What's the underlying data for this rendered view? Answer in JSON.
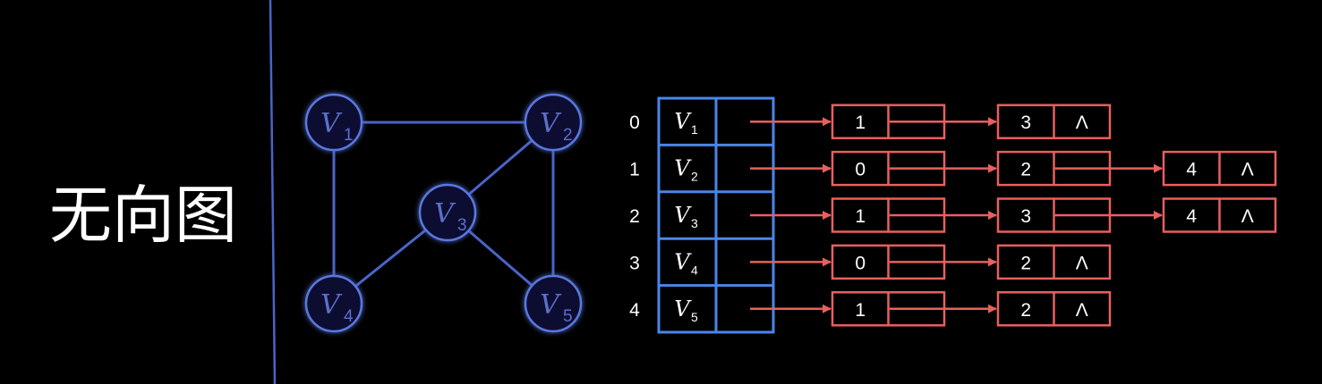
{
  "title": "无向图",
  "colors": {
    "background": "#000000",
    "graph": "#4a64c8",
    "node_stroke": "#5a78e0",
    "node_fill": "#0a1030",
    "node_text": "#5c6fc9",
    "table": "#4a86e8",
    "list": "#e8605e",
    "text": "#ffffff"
  },
  "graph": {
    "vertices": [
      {
        "id": "V1",
        "letter": "V",
        "sub": "1"
      },
      {
        "id": "V2",
        "letter": "V",
        "sub": "2"
      },
      {
        "id": "V3",
        "letter": "V",
        "sub": "3"
      },
      {
        "id": "V4",
        "letter": "V",
        "sub": "4"
      },
      {
        "id": "V5",
        "letter": "V",
        "sub": "5"
      }
    ],
    "edges": [
      [
        "V1",
        "V2"
      ],
      [
        "V1",
        "V4"
      ],
      [
        "V2",
        "V3"
      ],
      [
        "V2",
        "V5"
      ],
      [
        "V3",
        "V4"
      ],
      [
        "V3",
        "V5"
      ]
    ]
  },
  "adjacency": {
    "rows": [
      {
        "index": "0",
        "letter": "V",
        "sub": "1",
        "list": [
          "1",
          "3"
        ]
      },
      {
        "index": "1",
        "letter": "V",
        "sub": "2",
        "list": [
          "0",
          "2",
          "4"
        ]
      },
      {
        "index": "2",
        "letter": "V",
        "sub": "3",
        "list": [
          "1",
          "3",
          "4"
        ]
      },
      {
        "index": "3",
        "letter": "V",
        "sub": "4",
        "list": [
          "0",
          "2"
        ]
      },
      {
        "index": "4",
        "letter": "V",
        "sub": "5",
        "list": [
          "1",
          "2"
        ]
      }
    ],
    "null_symbol": "Λ"
  }
}
